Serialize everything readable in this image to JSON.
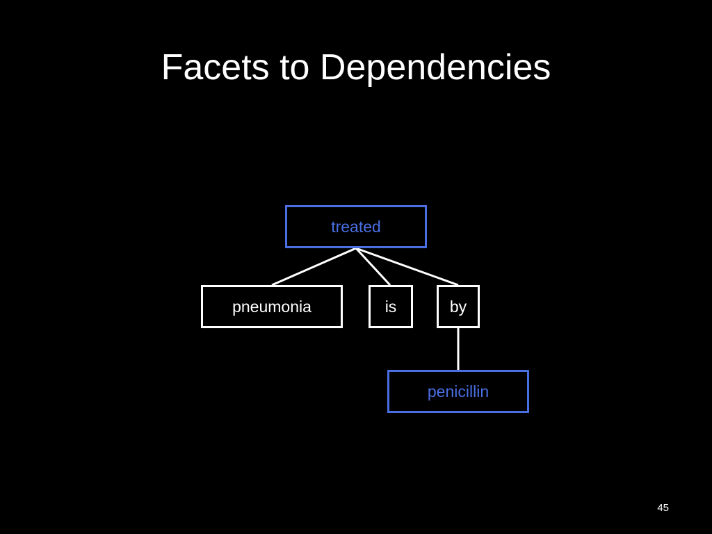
{
  "slide": {
    "title": "Facets to Dependencies",
    "page_number": "45"
  },
  "colors": {
    "background": "#000000",
    "text": "#ffffff",
    "highlight": "#4a6fe3"
  },
  "diagram": {
    "nodes": {
      "treated": {
        "label": "treated",
        "highlighted": true
      },
      "pneumonia": {
        "label": "pneumonia",
        "highlighted": false
      },
      "is": {
        "label": "is",
        "highlighted": false
      },
      "by": {
        "label": "by",
        "highlighted": false
      },
      "penicillin": {
        "label": "penicillin",
        "highlighted": true
      }
    },
    "edges": [
      {
        "from": "treated",
        "to": "pneumonia"
      },
      {
        "from": "treated",
        "to": "is"
      },
      {
        "from": "treated",
        "to": "by"
      },
      {
        "from": "by",
        "to": "penicillin"
      }
    ]
  }
}
